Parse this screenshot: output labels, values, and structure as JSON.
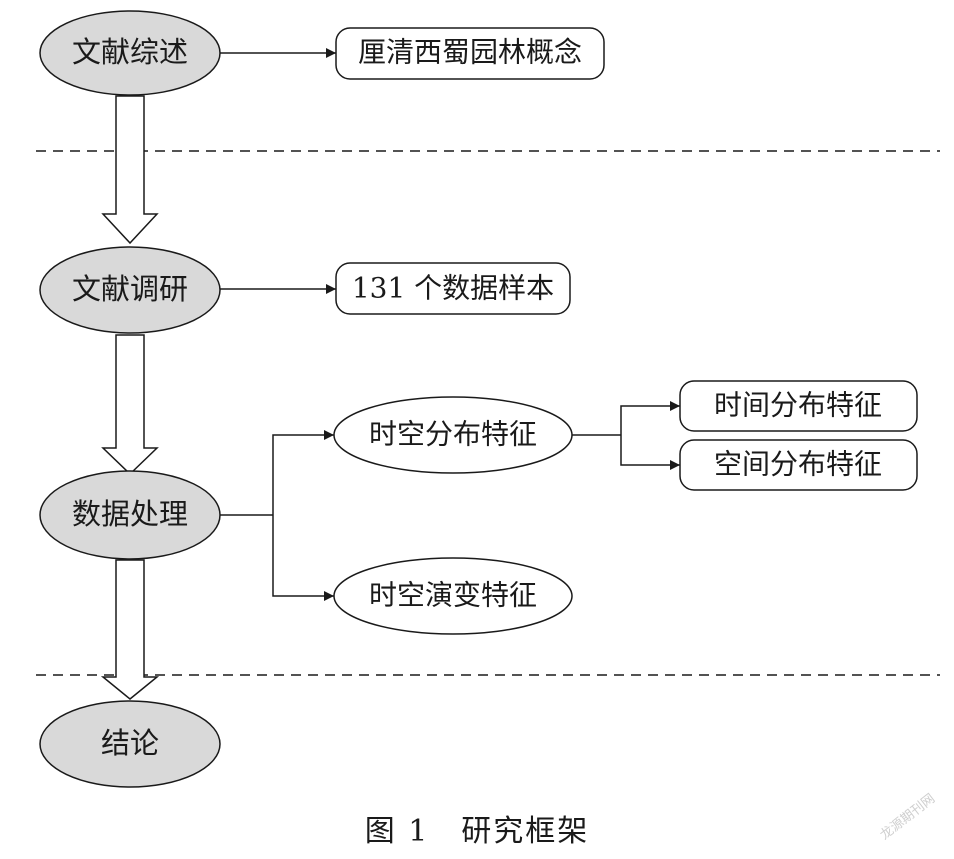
{
  "main_nodes": {
    "literature_review": "文献综述",
    "literature_survey": "文献调研",
    "data_processing": "数据处理",
    "conclusion": "结论"
  },
  "output_nodes": {
    "garden_concept": "厘清西蜀园林概念",
    "data_samples": "131 个数据样本"
  },
  "analysis_nodes": {
    "spatiotemporal_distribution": "时空分布特征",
    "spatiotemporal_evolution": "时空演变特征"
  },
  "sub_nodes": {
    "temporal_distribution": "时间分布特征",
    "spatial_distribution": "空间分布特征"
  },
  "caption": "图 1　研究框架",
  "watermark": "龙源期刊网",
  "colors": {
    "main_fill": "#d9d9d9",
    "stroke": "#1a1a1a",
    "background": "#ffffff"
  }
}
